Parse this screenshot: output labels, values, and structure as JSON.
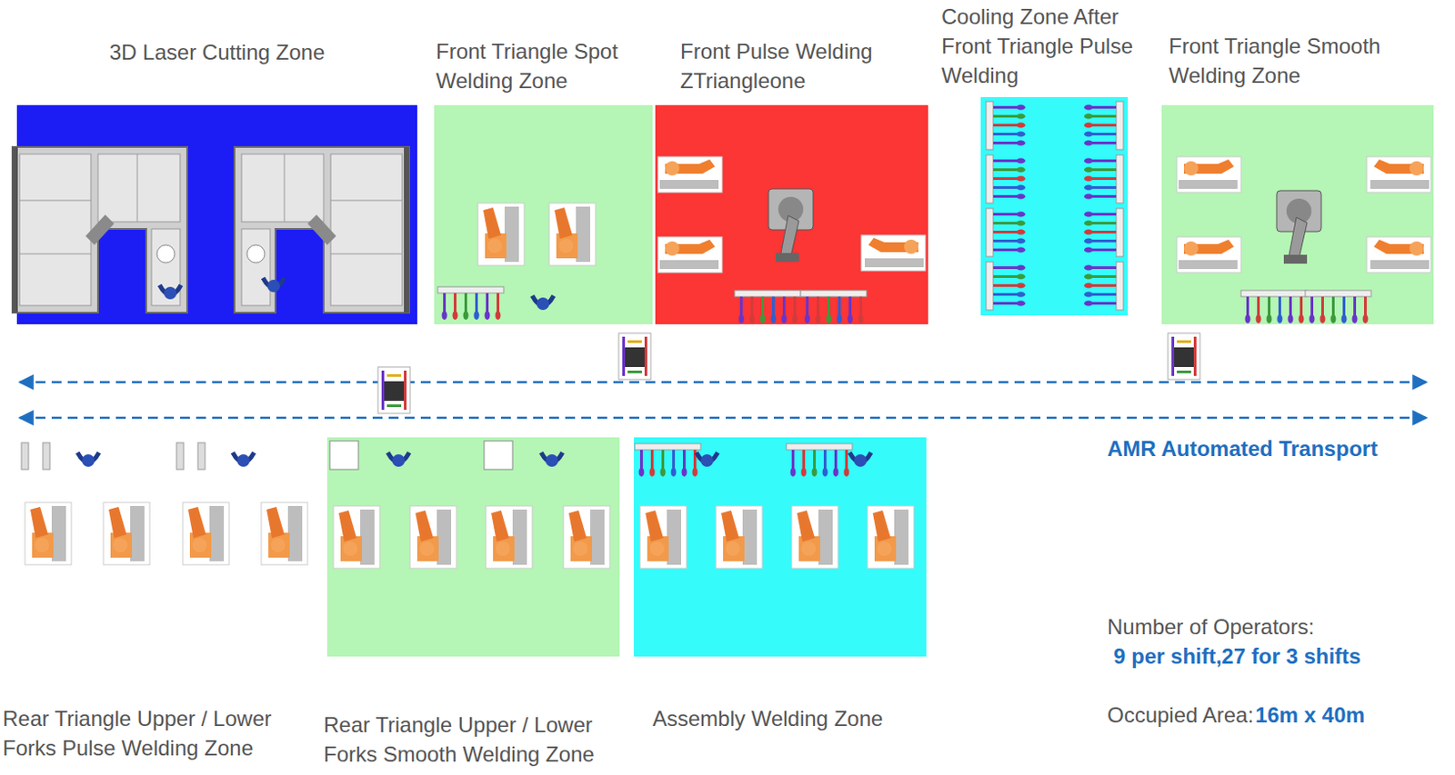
{
  "diagram": {
    "nodes": [
      {
        "text": [
          "3D Laser Cutting Zone"
        ]
      },
      {
        "text": [
          "Front Triangle Spot Welding Zone"
        ]
      },
      {
        "text": [
          "Front Pulse Welding ZTriangleone"
        ]
      },
      {
        "text": [
          "Cooling Zone After Front Triangle Pulse Welding"
        ]
      },
      {
        "text": [
          "Front Triangle Smooth Welding Zone"
        ]
      },
      {
        "text": [
          "Rear Triangle Upper / Lower Forks Pulse Welding Zone"
        ]
      },
      {
        "text": [
          "Rear Triangle Upper / Lower Forks Smooth Welding Zone"
        ]
      },
      {
        "text": [
          "Assembly Welding Zone"
        ]
      }
    ],
    "labels": [
      "AMR Automated Transport",
      "Number of Operators:",
      "9 per shift,27 for 3 shifts",
      "Occupied Area:",
      "16m x 40m"
    ]
  }
}
